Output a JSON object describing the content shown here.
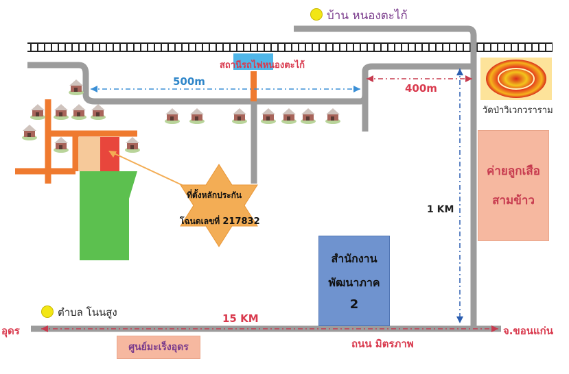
{
  "places": {
    "village_north": "บ้าน หนองตะไก้",
    "tambon": "ตำบล โนนสูง",
    "station": "สถานีรถไฟหนองตะไก้",
    "temple": "วัดป่าวิเวกวราราม",
    "scout_camp_line1": "ค่ายลูกเสือ",
    "scout_camp_line2": "สามข้าว",
    "office_line1": "สำนักงาน",
    "office_line2": "พัฒนาภาค",
    "office_line3": "2",
    "market": "ศูนย์มะเร็งอุดร"
  },
  "land": {
    "line1": "ที่ตั้งหลักประกัน",
    "line2_prefix": "โฉนดเลขที่",
    "deed_number": "217832"
  },
  "distances": {
    "d500": "500m",
    "d400": "400m",
    "d1km": "1 KM",
    "d15km": "15 KM"
  },
  "roads": {
    "west": "อุดร",
    "east": "จ.ขอนแก่น",
    "main_road": "ถนน มิตรภาพ"
  },
  "colors": {
    "road": "#9c9c9c",
    "orange_road": "#ef7a2f",
    "dim_line_red": "#c73b4f",
    "dim_line_blue": "#3a8fd6",
    "plot_green": "#5cc04f",
    "plot_red": "#e8463c",
    "plot_peach": "#f6c99a",
    "camp_box": "#f6b8a0",
    "office_box": "#6f93cf",
    "star": "#f3ad55",
    "village_dot": "#f2e615"
  }
}
